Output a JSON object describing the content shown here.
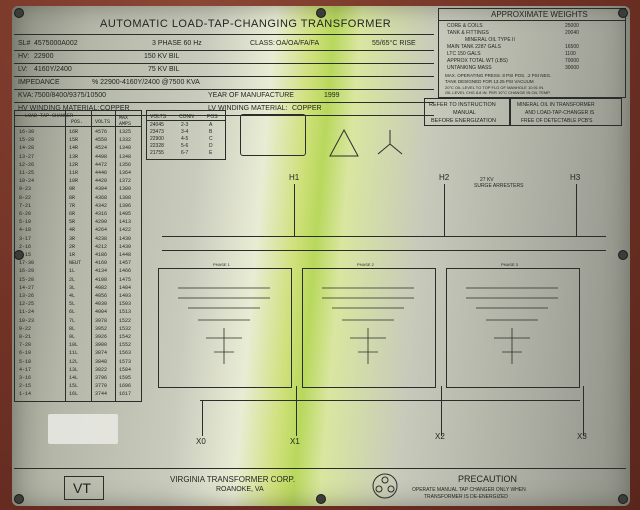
{
  "nameplate": {
    "title": "AUTOMATIC LOAD-TAP-CHANGING TRANSFORMER",
    "rows": [
      {
        "label": "SL#",
        "value": "4575000A002",
        "mid": "3 PHASE  60 Hz",
        "class_label": "CLASS:",
        "class_value": "OA/OA/FA/FA",
        "temp": "55/65°C RISE"
      },
      {
        "label": "HV:",
        "value": "22900",
        "mid": "150 KV BIL"
      },
      {
        "label": "LV:",
        "value": "4160Y/2400",
        "mid": "75 KV BIL"
      },
      {
        "label": "IMPEDANCE",
        "value": "%  22900-4160Y/2400 @7500 KVA"
      },
      {
        "label": "KVA:",
        "value": "7500/8400/9375/10500",
        "year_label": "YEAR OF MANUFACTURE",
        "year": "1999"
      },
      {
        "label": "HV WINDING MATERIAL:",
        "value": "COPPER",
        "lv_label": "LV WINDING MATERIAL:",
        "lv_value": "COPPER"
      }
    ]
  },
  "weights": {
    "title": "APPROXIMATE WEIGHTS",
    "rows": [
      {
        "label": "CORE & COILS",
        "value": "25000"
      },
      {
        "label": "TANK & FITTINGS",
        "value": "20040"
      },
      {
        "label": "MINERAL   OIL TYPE II",
        "value": ""
      },
      {
        "label": "MAIN TANK   2287    GALS",
        "value": "16500"
      },
      {
        "label": "LTC   150     GALS",
        "value": "1100"
      },
      {
        "label": "APPROX TOTAL WT (LBS)",
        "value": "70000"
      },
      {
        "label": "UNTANKING MASS",
        "value": "30000"
      }
    ],
    "pressure": "MAX. OPERATING PRESS.   8  PSI POS.   .2  PSI NEG.",
    "tank": "TANK DESIGNED FOR   13.25   PSI VACUUM",
    "oil_line1": "20°C OIL LEVEL TO TOP FLG OF MANHOLE  10.91  IN.",
    "oil_line2": "OIL LEVEL CHG  8.8  IN. PER 10°C CHANGE IN OIL TEMP."
  },
  "instruction": {
    "line1": "REFER TO INSTRUCTION",
    "line2": "MANUAL",
    "line3": "BEFORE ENERGIZATION"
  },
  "ltc_note": {
    "line1": "MINERAL OIL IN TRANSFORMER",
    "line2": "AND LOAD-TAP-CHANGER IS",
    "line3": "FREE OF DETECTABLE PCB'S"
  },
  "ltc_table": {
    "head": [
      "LOAD TAP CHANGER",
      "POS.",
      "VOLTS",
      "MAX AMPS"
    ],
    "rows": [
      [
        "16-30",
        "16R",
        "4576",
        "1325"
      ],
      [
        "15-29",
        "15R",
        "4550",
        "1332"
      ],
      [
        "14-28",
        "14R",
        "4524",
        "1340"
      ],
      [
        "13-27",
        "13R",
        "4498",
        "1348"
      ],
      [
        "12-26",
        "12R",
        "4472",
        "1356"
      ],
      [
        "11-25",
        "11R",
        "4446",
        "1364"
      ],
      [
        "10-24",
        "10R",
        "4420",
        "1372"
      ],
      [
        "9-23",
        "9R",
        "4394",
        "1380"
      ],
      [
        "8-22",
        "8R",
        "4368",
        "1388"
      ],
      [
        "7-21",
        "7R",
        "4342",
        "1396"
      ],
      [
        "6-20",
        "6R",
        "4316",
        "1405"
      ],
      [
        "5-19",
        "5R",
        "4290",
        "1413"
      ],
      [
        "4-18",
        "4R",
        "4264",
        "1422"
      ],
      [
        "3-17",
        "3R",
        "4238",
        "1430"
      ],
      [
        "2-16",
        "2R",
        "4212",
        "1439"
      ],
      [
        "1-15",
        "1R",
        "4186",
        "1448"
      ],
      [
        "17-30",
        "NEUT",
        "4160",
        "1457"
      ],
      [
        "16-29",
        "1L",
        "4134",
        "1466"
      ],
      [
        "15-28",
        "2L",
        "4108",
        "1475"
      ],
      [
        "14-27",
        "3L",
        "4082",
        "1484"
      ],
      [
        "13-26",
        "4L",
        "4056",
        "1493"
      ],
      [
        "12-25",
        "5L",
        "4030",
        "1503"
      ],
      [
        "11-24",
        "6L",
        "4004",
        "1513"
      ],
      [
        "10-23",
        "7L",
        "3978",
        "1522"
      ],
      [
        "9-22",
        "8L",
        "3952",
        "1532"
      ],
      [
        "8-21",
        "9L",
        "3926",
        "1542"
      ],
      [
        "7-20",
        "10L",
        "3900",
        "1552"
      ],
      [
        "6-19",
        "11L",
        "3874",
        "1563"
      ],
      [
        "5-18",
        "12L",
        "3848",
        "1573"
      ],
      [
        "4-17",
        "13L",
        "3822",
        "1584"
      ],
      [
        "3-16",
        "14L",
        "3796",
        "1595"
      ],
      [
        "2-15",
        "15L",
        "3770",
        "1606"
      ],
      [
        "1-14",
        "16L",
        "3744",
        "1617"
      ]
    ]
  },
  "hv_taps": {
    "head": [
      "VOLTS",
      "CONN",
      "POS"
    ],
    "rows": [
      [
        "24045",
        "2-3",
        "A"
      ],
      [
        "23473",
        "3-4",
        "B"
      ],
      [
        "22900",
        "4-5",
        "C"
      ],
      [
        "22328",
        "5-6",
        "D"
      ],
      [
        "21755",
        "6-7",
        "E"
      ]
    ]
  },
  "terminals": {
    "h1": "H1",
    "h2": "H2",
    "h3": "H3",
    "x0": "X0",
    "x1": "X1",
    "x2": "X2",
    "x3": "X3"
  },
  "surge": {
    "line1": "27 KV",
    "line2": "SURGE ARRESTERS"
  },
  "phases": [
    "PHASE 1",
    "PHASE 2",
    "PHASE 3"
  ],
  "maker": {
    "logo": "VT",
    "name": "VIRGINIA TRANSFORMER CORP.",
    "city": "ROANOKE, VA"
  },
  "precaution": {
    "title": "PRECAUTION",
    "line1": "OPERATE MANUAL TAP CHANGER ONLY WHEN",
    "line2": "TRANSFORMER IS DE-ENERGIZED"
  },
  "colors": {
    "plate": "#c9cbbd",
    "glare": "#cfe07a",
    "ink": "#1f2320",
    "rust": "#7a3a2c"
  }
}
